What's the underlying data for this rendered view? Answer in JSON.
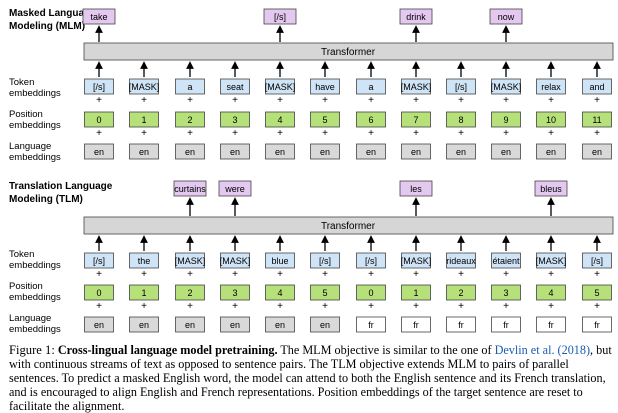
{
  "colors": {
    "token": "#cfe4f6",
    "position": "#b6e07a",
    "language_en": "#d9d9d9",
    "language_fr": "#ffffff",
    "prediction": "#e3c8ef",
    "transformer": "#d6d6d6"
  },
  "mlm": {
    "title_line1": "Masked Language",
    "title_line2": "Modeling (MLM)",
    "transformer_label": "Transformer",
    "predictions": [
      "take",
      "",
      "",
      "",
      "[/s]",
      "",
      "",
      "drink",
      "",
      "now",
      "",
      ""
    ],
    "tokens": [
      "[/s]",
      "[MASK]",
      "a",
      "seat",
      "[MASK]",
      "have",
      "a",
      "[MASK]",
      "[/s]",
      "[MASK]",
      "relax",
      "and"
    ],
    "positions": [
      "0",
      "1",
      "2",
      "3",
      "4",
      "5",
      "6",
      "7",
      "8",
      "9",
      "10",
      "11"
    ],
    "languages": [
      "en",
      "en",
      "en",
      "en",
      "en",
      "en",
      "en",
      "en",
      "en",
      "en",
      "en",
      "en"
    ]
  },
  "tlm": {
    "title_line1": "Translation Language",
    "title_line2": "Modeling (TLM)",
    "transformer_label": "Transformer",
    "predictions": [
      "",
      "",
      "curtains",
      "were",
      "",
      "",
      "",
      "les",
      "",
      "",
      "bleus",
      ""
    ],
    "tokens": [
      "[/s]",
      "the",
      "[MASK]",
      "[MASK]",
      "blue",
      "[/s]",
      "[/s]",
      "[MASK]",
      "rideaux",
      "étaient",
      "[MASK]",
      "[/s]"
    ],
    "positions": [
      "0",
      "1",
      "2",
      "3",
      "4",
      "5",
      "0",
      "1",
      "2",
      "3",
      "4",
      "5"
    ],
    "languages": [
      "en",
      "en",
      "en",
      "en",
      "en",
      "en",
      "fr",
      "fr",
      "fr",
      "fr",
      "fr",
      "fr"
    ]
  },
  "row_labels": {
    "token_line1": "Token",
    "token_line2": "embeddings",
    "position_line1": "Position",
    "position_line2": "embeddings",
    "language_line1": "Language",
    "language_line2": "embeddings"
  },
  "caption": {
    "label": "Figure 1:",
    "title": "Cross-lingual language model pretraining.",
    "text_before_cite": "The MLM objective is similar to the one of",
    "cite": "Devlin et al. (2018)",
    "text_after_cite": ", but with continuous streams of text as opposed to sentence pairs. The TLM objective extends MLM to pairs of parallel sentences. To predict a masked English word, the model can attend to both the English sentence and its French translation, and is encouraged to align English and French representations. Position embeddings of the target sentence are reset to facilitate the alignment."
  }
}
